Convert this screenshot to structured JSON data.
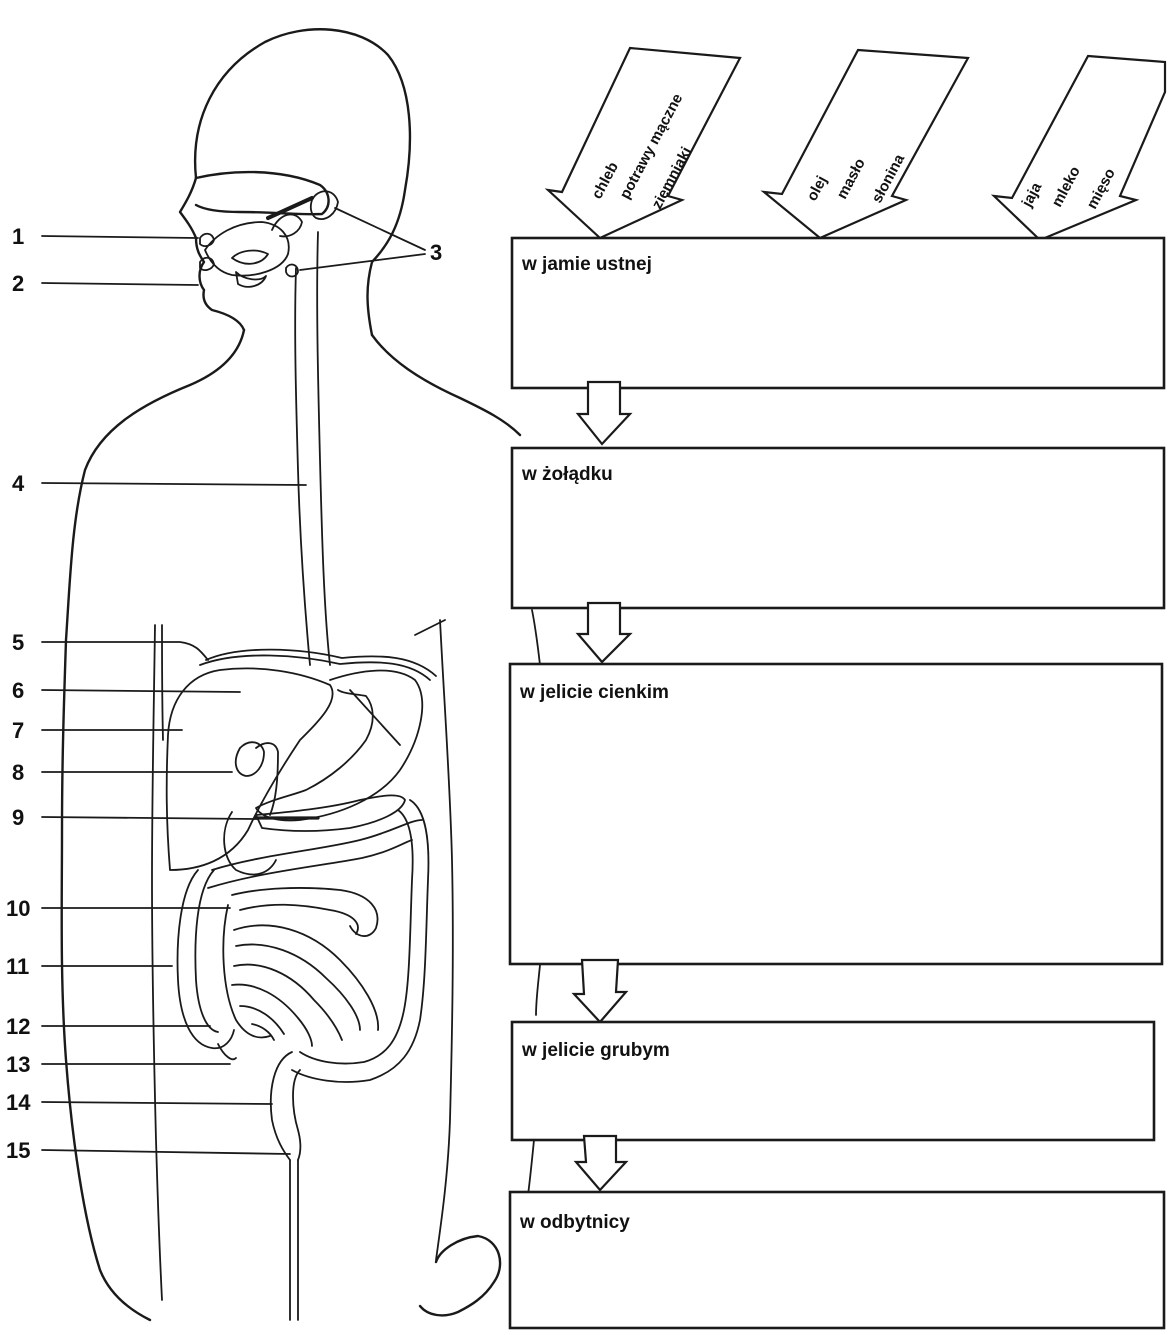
{
  "organ_numbers": [
    "1",
    "2",
    "3",
    "4",
    "5",
    "6",
    "7",
    "8",
    "9",
    "10",
    "11",
    "12",
    "13",
    "14",
    "15"
  ],
  "food_groups": [
    {
      "items": [
        "chleb",
        "potrawy mączne",
        "ziemniaki"
      ]
    },
    {
      "items": [
        "olej",
        "masło",
        "słonina"
      ]
    },
    {
      "items": [
        "jaja",
        "mleko",
        "mięso"
      ]
    }
  ],
  "stages": [
    {
      "label": "w jamie ustnej"
    },
    {
      "label": "w żołądku"
    },
    {
      "label": "w jelicie cienkim"
    },
    {
      "label": "w jelicie grubym"
    },
    {
      "label": "w odbytnicy"
    }
  ]
}
